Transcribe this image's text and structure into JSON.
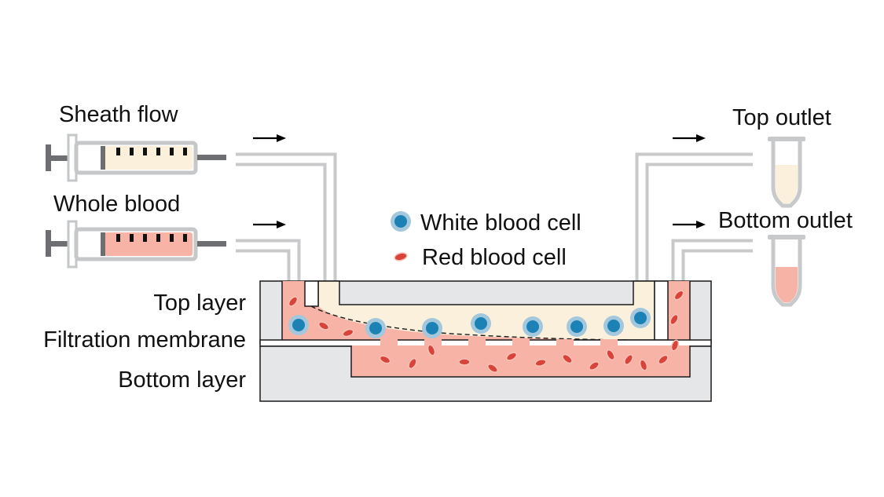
{
  "labels": {
    "sheath_flow": "Sheath flow",
    "whole_blood": "Whole blood",
    "top_outlet": "Top outlet",
    "bottom_outlet": "Bottom outlet",
    "top_layer": "Top layer",
    "filtration_membrane": "Filtration membrane",
    "bottom_layer": "Bottom layer"
  },
  "legend": {
    "white_blood_cell": "White blood cell",
    "red_blood_cell": "Red blood cell"
  },
  "colors": {
    "sheath_fluid": "#faf0dc",
    "blood_fluid": "#f6b3a6",
    "channel_gray": "#e5e6e8",
    "tube_gray": "#d2d3d5",
    "wbc_outer": "#a3c7dc",
    "wbc_inner": "#1c82b5",
    "rbc": "#d9443a",
    "arrow": "#000000"
  }
}
